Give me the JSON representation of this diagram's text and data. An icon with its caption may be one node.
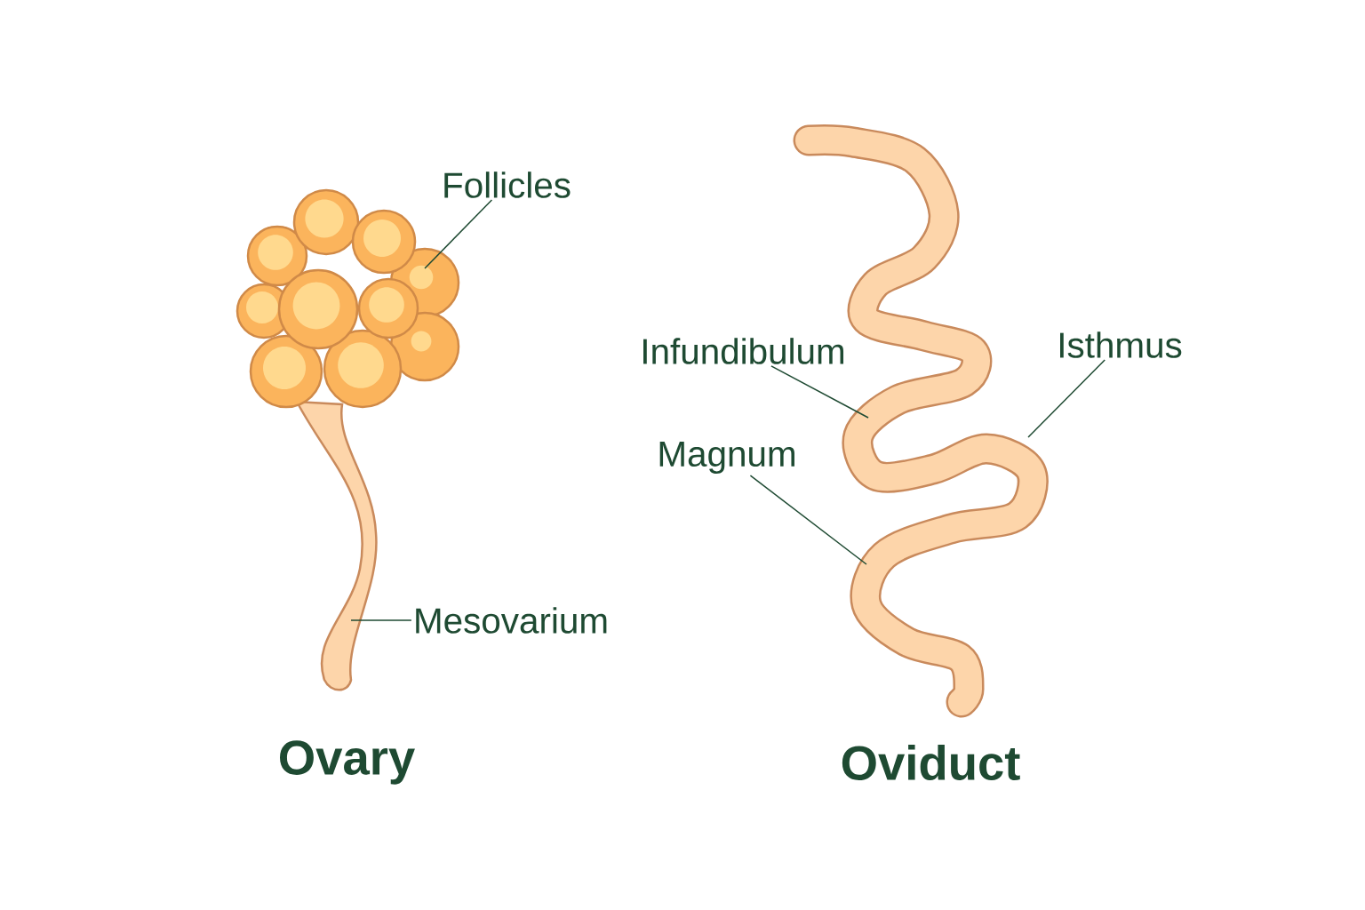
{
  "diagram": {
    "nodes": [
      {
        "text": [
          "Follicles"
        ]
      },
      {
        "text": [
          "Mesovarium"
        ]
      },
      {
        "text": [
          "Infundibulum"
        ]
      },
      {
        "text": [
          "Magnum"
        ]
      },
      {
        "text": [
          "Isthmus"
        ]
      }
    ],
    "edges": [
      {
        "from": 0,
        "to": null,
        "arrow": "none"
      },
      {
        "from": 1,
        "to": null,
        "arrow": "none"
      },
      {
        "from": 2,
        "to": null,
        "arrow": "none"
      },
      {
        "from": 3,
        "to": null,
        "arrow": "none"
      },
      {
        "from": 4,
        "to": null,
        "arrow": "none"
      }
    ],
    "labels": [
      "Ovary",
      "Oviduct"
    ]
  }
}
